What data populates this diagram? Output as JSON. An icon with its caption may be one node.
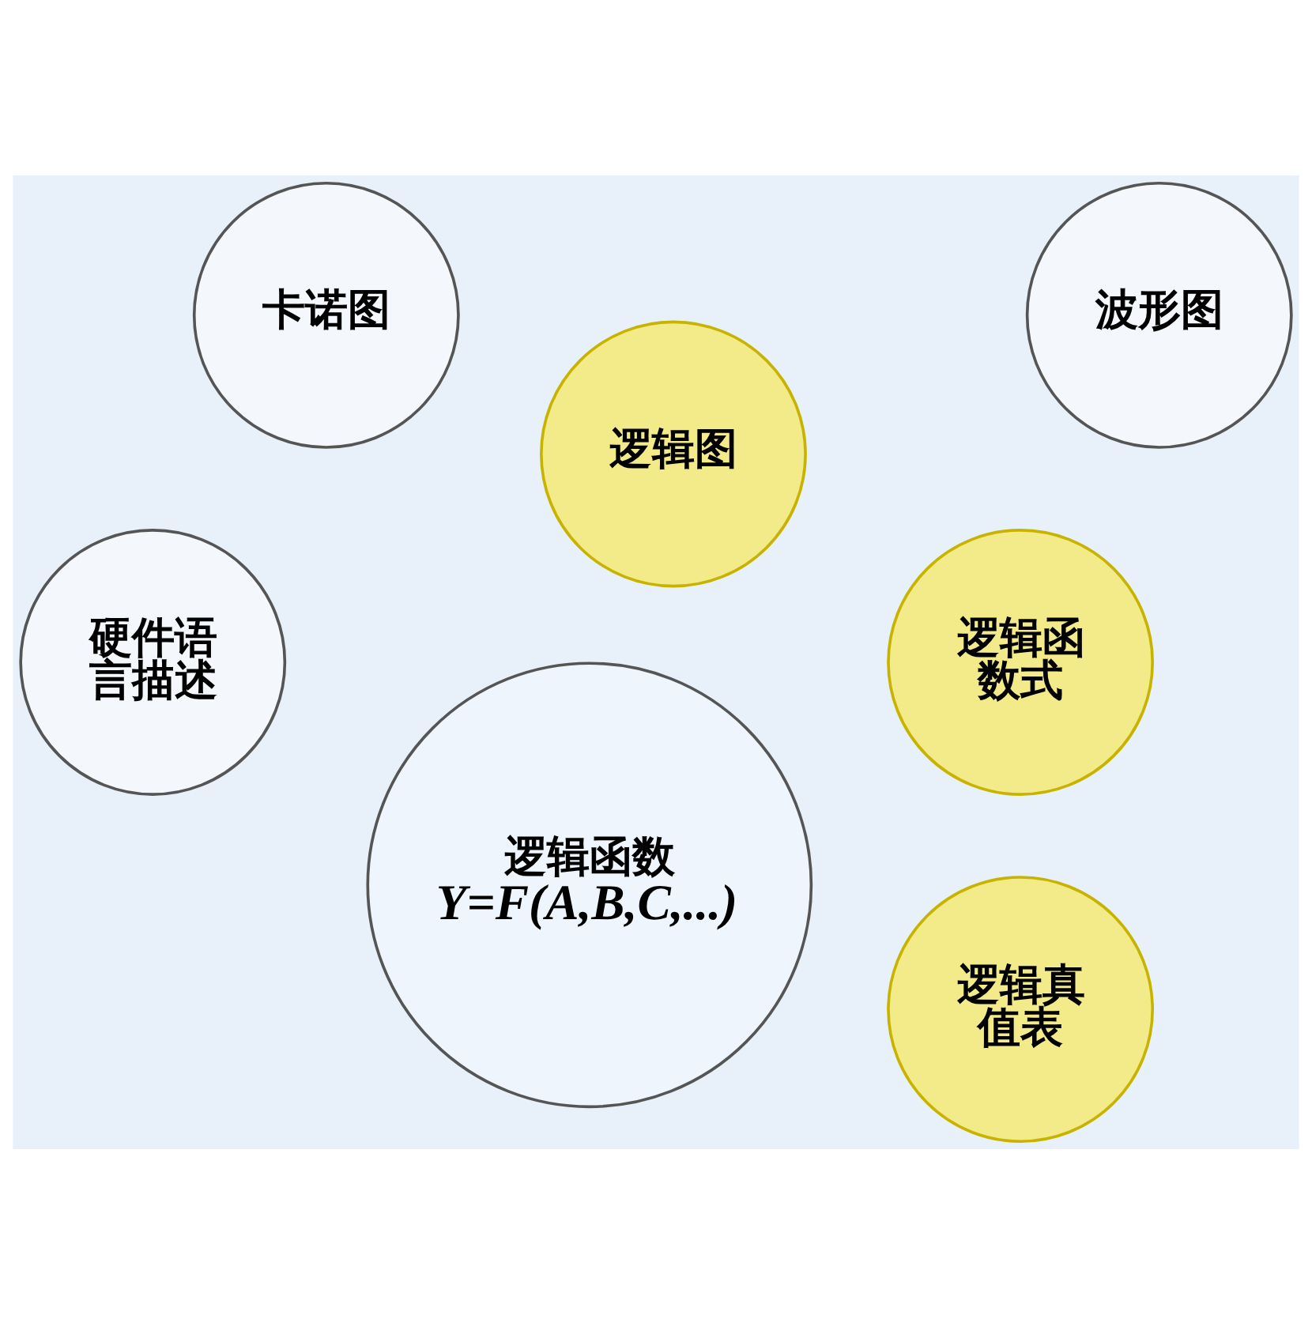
{
  "diagram": {
    "nodes": [
      {
        "text": [
          "逻辑函数",
          "Y=F(A,B,C,...)"
        ]
      },
      {
        "text": [
          "逻辑真值表"
        ]
      },
      {
        "text": [
          "逻辑函数式"
        ]
      },
      {
        "text": [
          "逻辑图"
        ]
      },
      {
        "text": [
          "波形图"
        ]
      },
      {
        "text": [
          "卡诺图"
        ]
      },
      {
        "text": [
          "硬件语言描述"
        ]
      }
    ],
    "edges": []
  }
}
